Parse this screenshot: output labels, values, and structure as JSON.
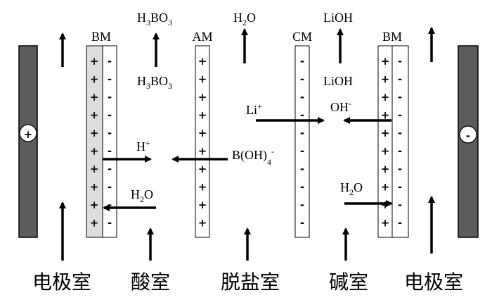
{
  "colors": {
    "electrode_fill": "#5c5c5c",
    "bipolar_anode_layer": "#dddddd",
    "line": "#000000"
  },
  "electrodes": {
    "left_sign": "+",
    "right_sign": "-"
  },
  "membranes": {
    "bm_left": "BM",
    "am": "AM",
    "cm": "CM",
    "bm_right": "BM"
  },
  "charges": {
    "plus": "+",
    "minus": "-"
  },
  "top_labels": {
    "h3bo3_top": {
      "base": "H",
      "sub1": "3",
      "mid": "BO",
      "sub2": "3"
    },
    "h2o_top": {
      "base": "H",
      "sub": "2",
      "tail": "O"
    },
    "lioh_top": "LiOH"
  },
  "chamber_species": {
    "h3bo3_mid": {
      "base": "H",
      "sub1": "3",
      "mid": "BO",
      "sub2": "3"
    },
    "lioh_mid": "LiOH"
  },
  "ions": {
    "h_plus": {
      "base": "H",
      "sup": "+"
    },
    "b_oh4": {
      "base": "B(OH)",
      "sub": "4",
      "sup": "-"
    },
    "li_plus": {
      "base": "Li",
      "sup": "+"
    },
    "oh_minus": {
      "base": "OH",
      "sup": "-"
    },
    "h2o_left": {
      "base": "H",
      "sub": "2",
      "tail": "O"
    },
    "h2o_right": {
      "base": "H",
      "sub": "2",
      "tail": "O"
    }
  },
  "chambers": {
    "electrode_left": "电极室",
    "acid": "酸室",
    "desalt": "脱盐室",
    "base": "碱室",
    "electrode_right": "电极室"
  }
}
